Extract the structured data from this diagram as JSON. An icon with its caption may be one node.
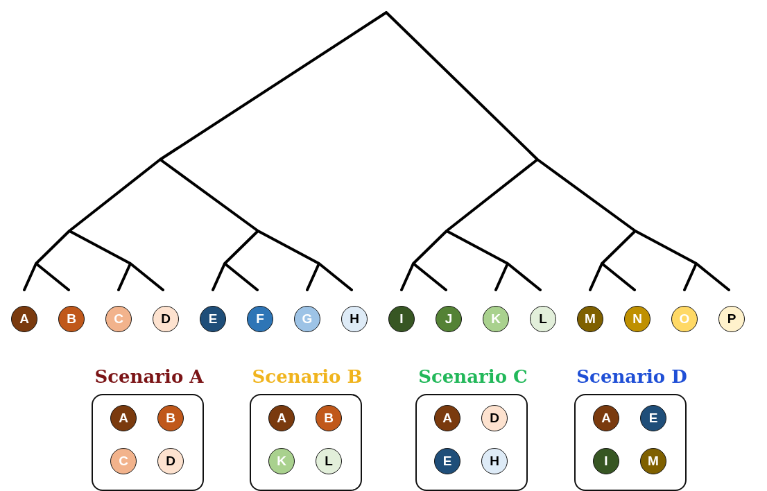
{
  "diagram": {
    "nodes": [
      {
        "text": [
          "A"
        ]
      },
      {
        "text": [
          "B"
        ]
      },
      {
        "text": [
          "C"
        ]
      },
      {
        "text": [
          "D"
        ]
      },
      {
        "text": [
          "E"
        ]
      },
      {
        "text": [
          "F"
        ]
      },
      {
        "text": [
          "G"
        ]
      },
      {
        "text": [
          "H"
        ]
      },
      {
        "text": [
          "I"
        ]
      },
      {
        "text": [
          "J"
        ]
      },
      {
        "text": [
          "K"
        ]
      },
      {
        "text": [
          "L"
        ]
      },
      {
        "text": [
          "M"
        ]
      },
      {
        "text": [
          "N"
        ]
      },
      {
        "text": [
          "O"
        ]
      },
      {
        "text": [
          "P"
        ]
      },
      {
        "text": [
          "Scenario A"
        ]
      },
      {
        "text": [
          "A"
        ],
        "in": 16
      },
      {
        "text": [
          "B"
        ],
        "in": 16
      },
      {
        "text": [
          "C"
        ],
        "in": 16
      },
      {
        "text": [
          "D"
        ],
        "in": 16
      },
      {
        "text": [
          "Scenario B"
        ]
      },
      {
        "text": [
          "A"
        ],
        "in": 21
      },
      {
        "text": [
          "B"
        ],
        "in": 21
      },
      {
        "text": [
          "K"
        ],
        "in": 21
      },
      {
        "text": [
          "L"
        ],
        "in": 21
      },
      {
        "text": [
          "Scenario C"
        ]
      },
      {
        "text": [
          "A"
        ],
        "in": 26
      },
      {
        "text": [
          "D"
        ],
        "in": 26
      },
      {
        "text": [
          "E"
        ],
        "in": 26
      },
      {
        "text": [
          "H"
        ],
        "in": 26
      },
      {
        "text": [
          "Scenario D"
        ]
      },
      {
        "text": [
          "A"
        ],
        "in": 31
      },
      {
        "text": [
          "E"
        ],
        "in": 31
      },
      {
        "text": [
          "I"
        ],
        "in": 31
      },
      {
        "text": [
          "M"
        ],
        "in": 31
      }
    ],
    "edges": []
  }
}
